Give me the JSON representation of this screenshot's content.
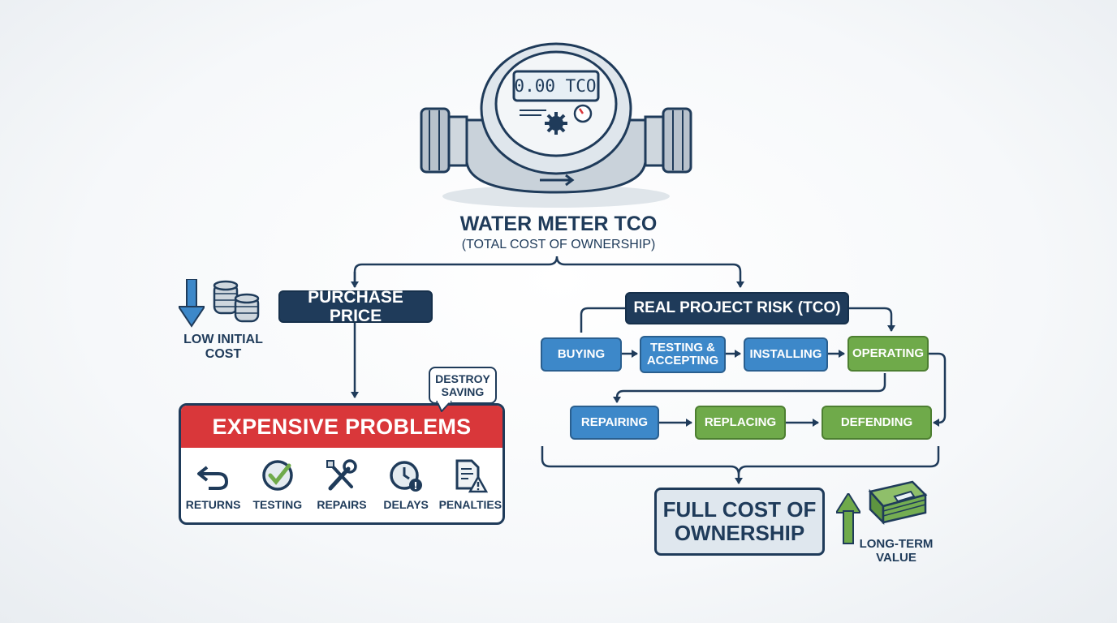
{
  "meter": {
    "display": "0.00 TCO"
  },
  "title": {
    "main": "WATER METER TCO",
    "sub": "(TOTAL COST OF OWNERSHIP)"
  },
  "left": {
    "purchase_label": "PURCHASE PRICE",
    "low_cost_line1": "LOW INITIAL",
    "low_cost_line2": "COST",
    "bubble_line1": "DESTROY",
    "bubble_line2": "SAVING",
    "problems_title": "EXPENSIVE PROBLEMS",
    "problems": [
      {
        "label": "RETURNS",
        "icon": "return-arrow-icon"
      },
      {
        "label": "TESTING",
        "icon": "check-circle-icon"
      },
      {
        "label": "REPAIRS",
        "icon": "wrench-screwdriver-icon"
      },
      {
        "label": "DELAYS",
        "icon": "clock-warning-icon"
      },
      {
        "label": "PENALTIES",
        "icon": "document-warning-icon"
      }
    ]
  },
  "right": {
    "risk_label": "REAL PROJECT RISK (TCO)",
    "steps": [
      {
        "label": "BUYING",
        "color": "#3d88c9"
      },
      {
        "label": "TESTING &",
        "label2": "ACCEPTING",
        "color": "#3d88c9"
      },
      {
        "label": "INSTALLING",
        "color": "#3d88c9"
      },
      {
        "label": "OPERATING",
        "color": "#6faa4a"
      },
      {
        "label": "REPAIRING",
        "color": "#3d88c9"
      },
      {
        "label": "REPLACING",
        "color": "#6faa4a"
      },
      {
        "label": "DEFENDING",
        "color": "#6faa4a"
      }
    ],
    "full_line1": "FULL COST OF",
    "full_line2": "OWNERSHIP",
    "value_line1": "LONG-TERM",
    "value_line2": "VALUE"
  },
  "colors": {
    "navy": "#1f3b5a",
    "blue": "#3d88c9",
    "green": "#6faa4a",
    "red": "#d9373a"
  }
}
